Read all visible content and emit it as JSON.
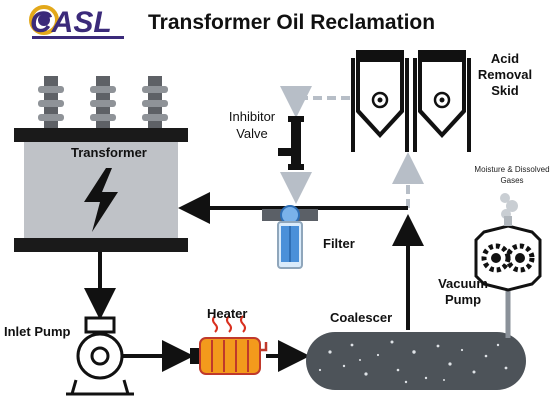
{
  "title": "Transformer Oil Reclamation",
  "logo": {
    "text": "CASL",
    "colors": {
      "primary": "#3b2a7a",
      "accent": "#e3a81a"
    }
  },
  "labels": {
    "acid_skid": [
      "Acid",
      "Removal",
      "Skid"
    ],
    "inhibitor_valve": [
      "Inhibitor",
      "Valve"
    ],
    "transformer": "Transformer",
    "filter": "Filter",
    "moisture_gases": [
      "Moisture & Dissolved",
      "Gases"
    ],
    "vacuum_pump": [
      "Vacuum",
      "Pump"
    ],
    "inlet_pump": "Inlet Pump",
    "heater": "Heater",
    "coalescer": "Coalescer"
  },
  "icons": {
    "transformer": "lightning-bolt",
    "heater": "heat-waves",
    "vacuum_pump": "gear-pair",
    "acid_skid": "storage-tanks"
  },
  "colors": {
    "flow_main": "#111111",
    "flow_return": "#b7bec7",
    "heater": "#f39a1c",
    "heater_dark": "#c0392b",
    "transformer_body": "#bfc2c7",
    "coalescer_body": "#4d5359",
    "filter_body": "#4a90d9"
  }
}
